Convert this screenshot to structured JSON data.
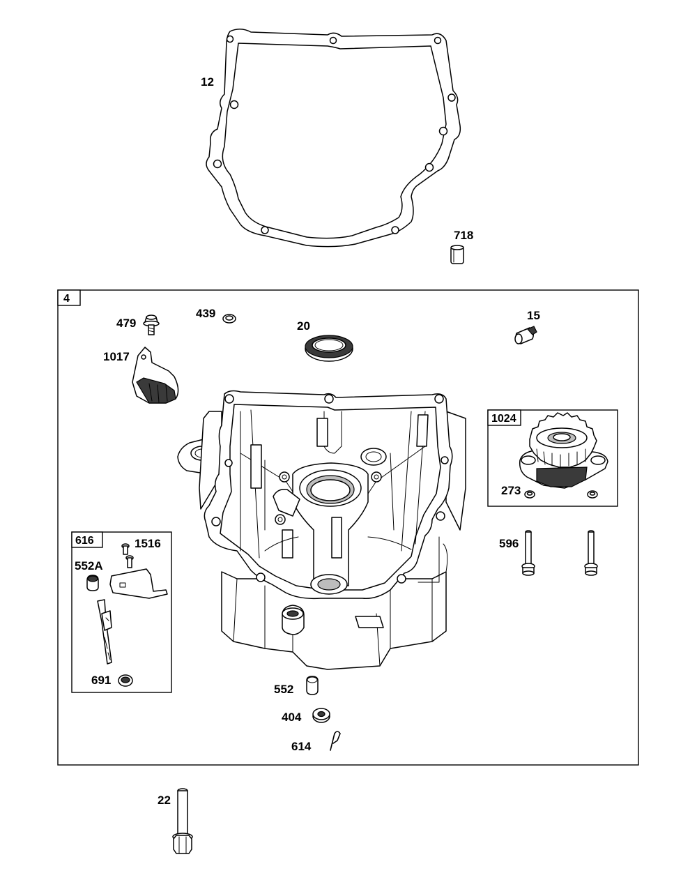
{
  "diagram": {
    "main_group": {
      "label": "4"
    },
    "subgroups": {
      "oil_pump": {
        "label": "1024"
      },
      "governor": {
        "label": "616"
      }
    },
    "parts": {
      "gasket": "12",
      "dowel": "718",
      "screw_479": "479",
      "washer_439": "439",
      "seal_20": "20",
      "plug_15": "15",
      "bracket_1017": "1017",
      "oring_273": "273",
      "bolt_596": "596",
      "screw_1516": "1516",
      "bushing_552A": "552A",
      "seal_691": "691",
      "bushing_552": "552",
      "washer_404": "404",
      "pin_614": "614",
      "bolt_22": "22"
    }
  }
}
